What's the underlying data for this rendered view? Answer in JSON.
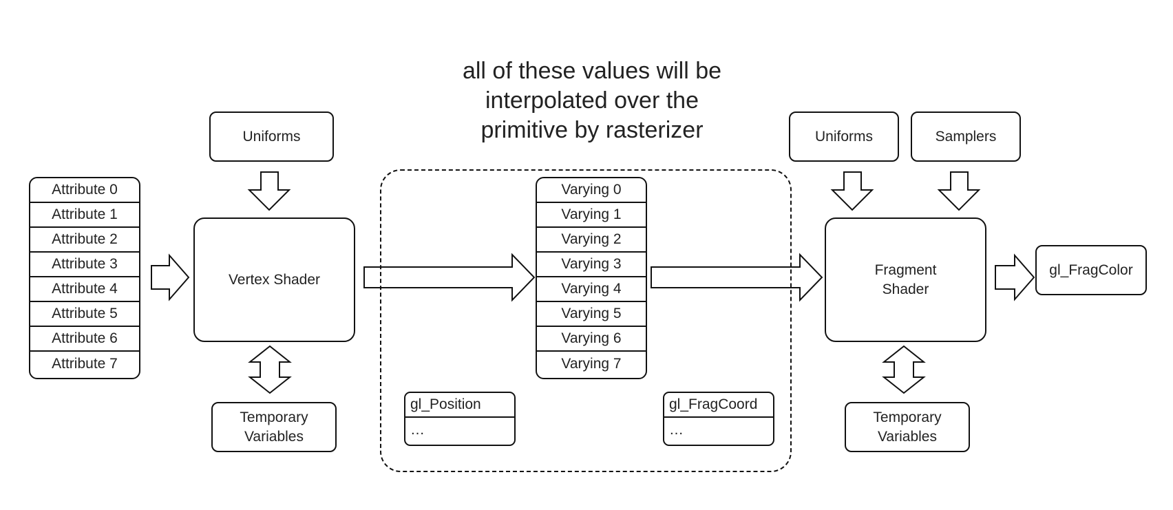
{
  "caption": "all of these values will be\ninterpolated over the\nprimitive by rasterizer",
  "attributes": [
    "Attribute 0",
    "Attribute 1",
    "Attribute 2",
    "Attribute 3",
    "Attribute 4",
    "Attribute 5",
    "Attribute 6",
    "Attribute 7"
  ],
  "varyings": [
    "Varying 0",
    "Varying 1",
    "Varying 2",
    "Varying 3",
    "Varying 4",
    "Varying 5",
    "Varying 6",
    "Varying 7"
  ],
  "vertex": {
    "uniforms": "Uniforms",
    "shader": "Vertex Shader",
    "temporary": "Temporary\nVariables"
  },
  "fragment": {
    "uniforms": "Uniforms",
    "samplers": "Samplers",
    "shader": "Fragment\nShader",
    "temporary": "Temporary\nVariables",
    "output": "gl_FragColor"
  },
  "builtins": {
    "position": {
      "name": "gl_Position",
      "rest": "…"
    },
    "fragcoord": {
      "name": "gl_FragCoord",
      "rest": "…"
    }
  }
}
